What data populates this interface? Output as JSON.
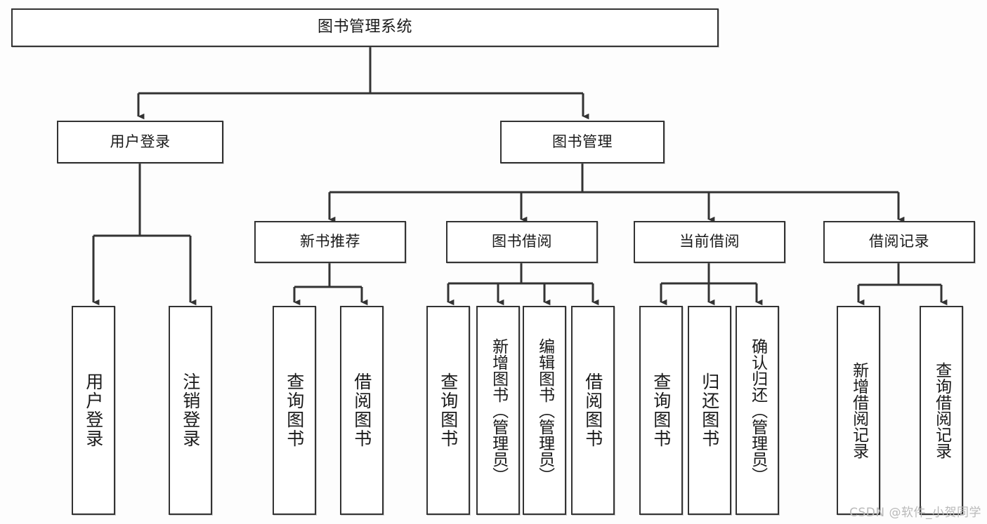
{
  "diagram": {
    "title": "图书管理系统",
    "type": "tree-hierarchy",
    "watermark": "CSDN @软件_小贺同学",
    "colors": {
      "box_border": "#333333",
      "box_fill": "#ffffff",
      "edge": "#333333",
      "text": "#1a1a1a",
      "background": "#fdfdfd",
      "watermark": "#b9b9b9"
    },
    "nodes": {
      "root": {
        "label": "图书管理系统"
      },
      "level2": [
        {
          "label": "用户登录"
        },
        {
          "label": "图书管理"
        }
      ],
      "level3": [
        {
          "label": "新书推荐"
        },
        {
          "label": "图书借阅"
        },
        {
          "label": "当前借阅"
        },
        {
          "label": "借阅记录"
        }
      ],
      "leaves": {
        "user_login": [
          {
            "label": "用户登录"
          },
          {
            "label": "注销登录"
          }
        ],
        "new_book_recommend": [
          {
            "label": "查询图书"
          },
          {
            "label": "借阅图书"
          }
        ],
        "book_borrow": [
          {
            "label": "查询图书"
          },
          {
            "label": "新增图书（管理员）"
          },
          {
            "label": "编辑图书（管理员）"
          },
          {
            "label": "借阅图书"
          }
        ],
        "current_borrow": [
          {
            "label": "查询图书"
          },
          {
            "label": "归还图书"
          },
          {
            "label": "确认归还（管理员）"
          }
        ],
        "borrow_record": [
          {
            "label": "新增借阅记录"
          },
          {
            "label": "查询借阅记录"
          }
        ]
      }
    }
  }
}
